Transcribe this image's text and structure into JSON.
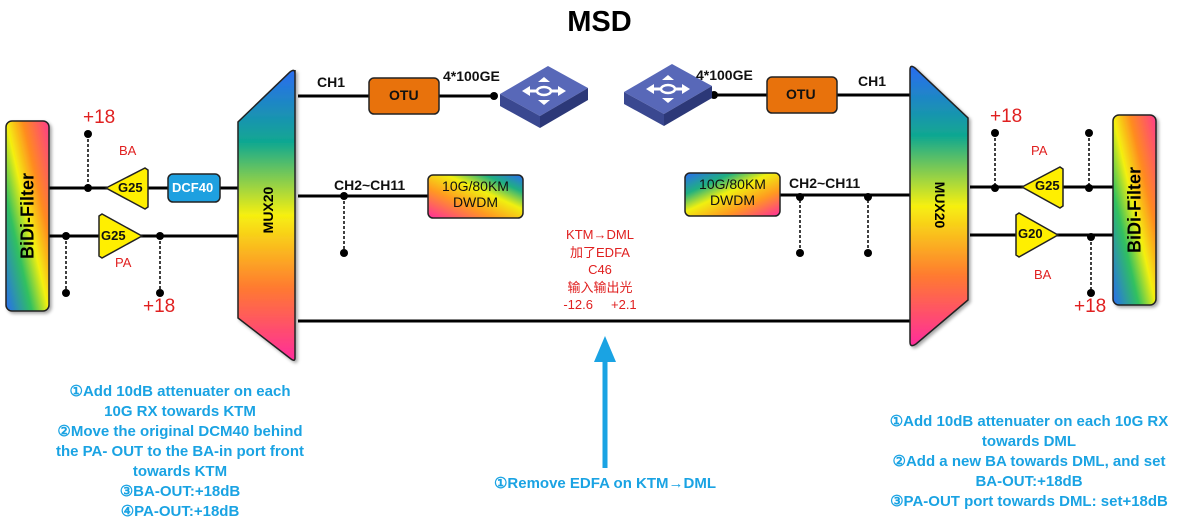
{
  "title": "MSD",
  "left_site": {
    "filter_label": "BiDi-Filter",
    "mux_label": "MUX20",
    "ba": {
      "gain": "G25",
      "role": "BA",
      "output": "+18"
    },
    "pa": {
      "gain": "G25",
      "role": "PA",
      "output": "+18"
    },
    "dcf": "DCF40",
    "ch1_label": "CH1",
    "otu_label": "OTU",
    "client_label": "4*100GE",
    "ch2_label": "CH2~CH11",
    "dwdm_line1": "10G/80KM",
    "dwdm_line2": "DWDM",
    "notes": [
      "①Add 10dB attenuater on each",
      "10G RX towards KTM",
      "②Move the original DCM40 behind",
      "the PA- OUT to the BA-in port front",
      "towards KTM",
      "③BA-OUT:+18dB",
      "④PA-OUT:+18dB"
    ]
  },
  "right_site": {
    "filter_label": "BiDi-Filter",
    "mux_label": "MUX20",
    "pa": {
      "gain": "G25",
      "role": "PA",
      "output": "+18"
    },
    "ba": {
      "gain": "G20",
      "role": "BA",
      "output": "+18"
    },
    "ch1_label": "CH1",
    "otu_label": "OTU",
    "client_label": "4*100GE",
    "ch2_label": "CH2~CH11",
    "dwdm_line1": "10G/80KM",
    "dwdm_line2": "DWDM",
    "notes": [
      "①Add 10dB attenuater on each 10G RX",
      "towards DML",
      "②Add a new BA towards DML, and set",
      "BA-OUT:+18dB",
      "③PA-OUT port towards DML: set+18dB"
    ]
  },
  "center": {
    "annotation": [
      "KTM→DML",
      "加了EDFA",
      "C46",
      "输入输出光",
      "-12.6     +2.1"
    ],
    "arrow_note": "①Remove EDFA on KTM→DML"
  },
  "colors": {
    "otu": "#e8720c",
    "dcf": "#1ea0e0",
    "amp": "#ffef00",
    "note": "#1aa3e3",
    "annotation": "#e02020",
    "switch": "#4a5aa8"
  }
}
